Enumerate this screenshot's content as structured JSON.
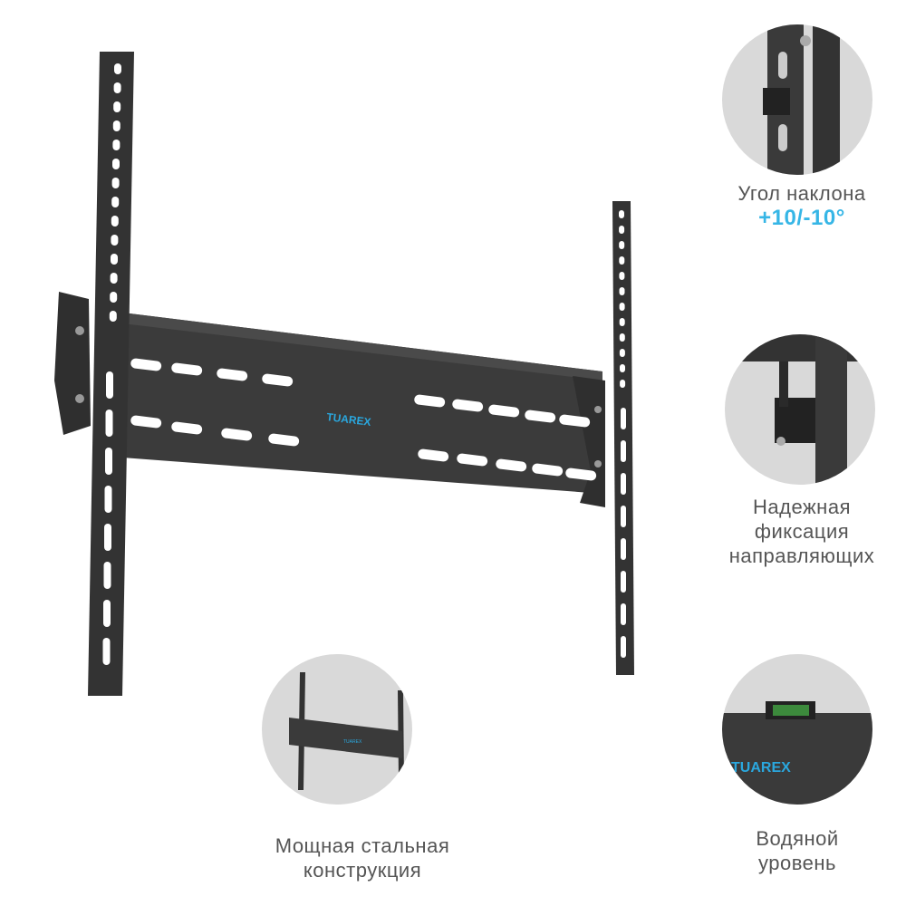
{
  "brand": "TUAREX",
  "colors": {
    "accent": "#36b6e6",
    "metal": "#3a3a3a",
    "text": "#555555"
  },
  "features": [
    {
      "title": "Угол наклона",
      "value": "+10/-10°"
    },
    {
      "line1": "Надежная",
      "line2": "фиксация",
      "line3": "направляющих"
    },
    {
      "line1": "Мощная стальная",
      "line2": "конструкция"
    },
    {
      "line1": "Водяной",
      "line2": "уровень"
    }
  ]
}
